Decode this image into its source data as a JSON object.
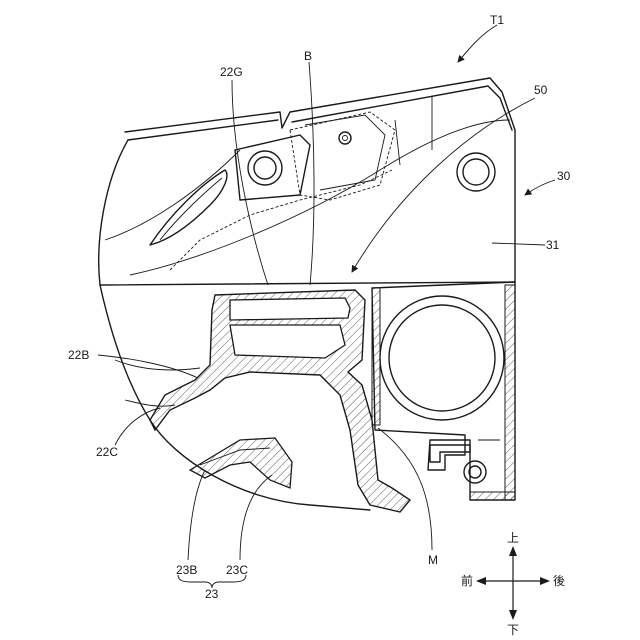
{
  "labels": {
    "t1": "T1",
    "l50": "50",
    "l30": "30",
    "l31": "31",
    "l22g": "22G",
    "lb": "B",
    "l22b": "22B",
    "l22c": "22C",
    "l23b": "23B",
    "l23c": "23C",
    "l23": "23",
    "lm": "M"
  },
  "direction": {
    "up": "上",
    "down": "下",
    "front": "前",
    "rear": "後"
  }
}
